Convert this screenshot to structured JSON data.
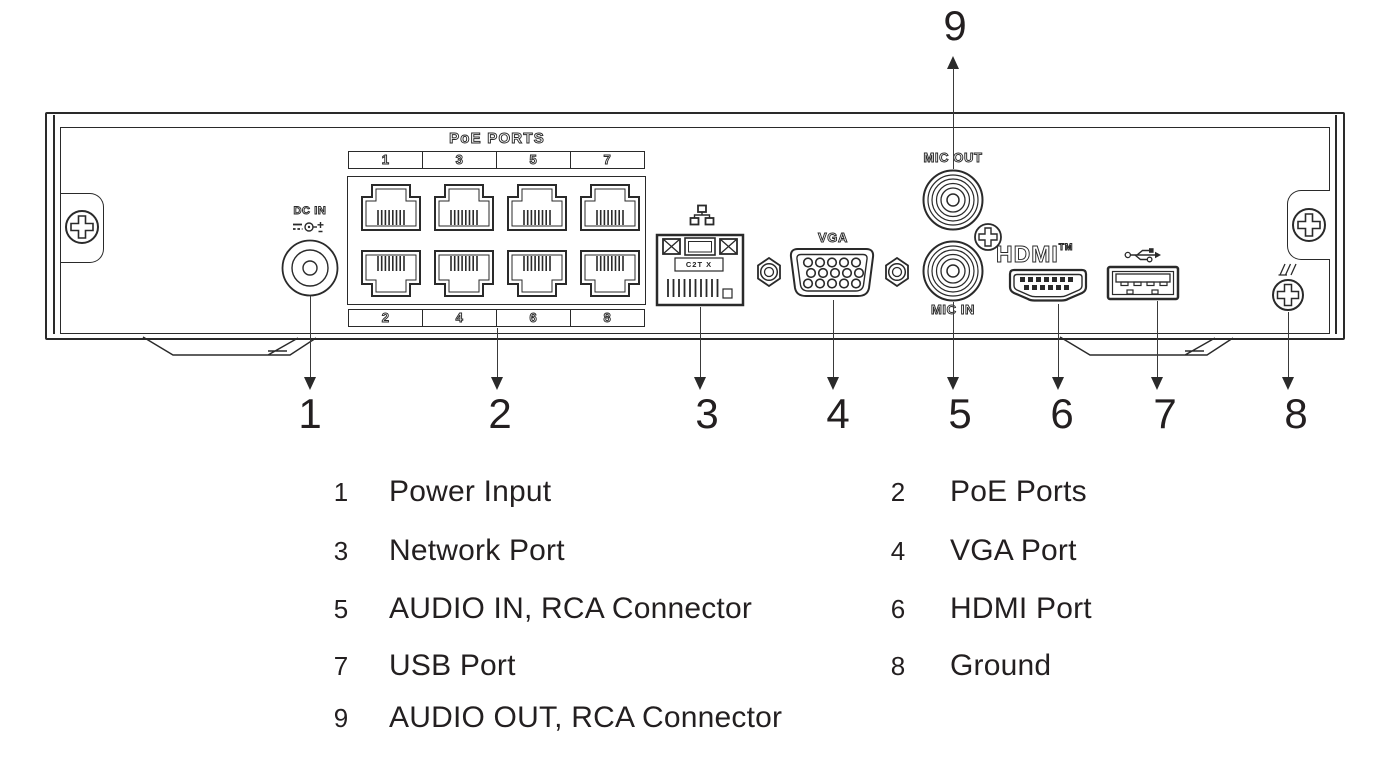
{
  "panel": {
    "dc_in_label": "DC IN",
    "poe": {
      "title": "PoE PORTS",
      "top_numbers": [
        "1",
        "3",
        "5",
        "7"
      ],
      "bottom_numbers": [
        "2",
        "4",
        "6",
        "8"
      ]
    },
    "network_port_marking": "C2T X",
    "vga_label": "VGA",
    "mic_out_label": "MIC OUT",
    "mic_in_label": "MIC IN",
    "hdmi_logo": "HDMI",
    "hdmi_tm": "TM"
  },
  "callouts": {
    "c1": "1",
    "c2": "2",
    "c3": "3",
    "c4": "4",
    "c5": "5",
    "c6": "6",
    "c7": "7",
    "c8": "8",
    "c9": "9"
  },
  "legend": {
    "rows": [
      {
        "num": "1",
        "label": "Power Input"
      },
      {
        "num": "2",
        "label": "PoE Ports"
      },
      {
        "num": "3",
        "label": "Network Port"
      },
      {
        "num": "4",
        "label": "VGA Port"
      },
      {
        "num": "5",
        "label": "AUDIO IN, RCA Connector"
      },
      {
        "num": "6",
        "label": "HDMI Port"
      },
      {
        "num": "7",
        "label": "USB Port"
      },
      {
        "num": "8",
        "label": "Ground"
      },
      {
        "num": "9",
        "label": "AUDIO OUT, RCA Connector"
      }
    ]
  },
  "icons": [
    "phillips-screw-icon",
    "dc-polarity-icon",
    "ethernet-icon",
    "usb-icon",
    "ground-icon"
  ],
  "colors": {
    "ink": "#231f20",
    "line": "#2a2a2a",
    "background": "#ffffff"
  }
}
